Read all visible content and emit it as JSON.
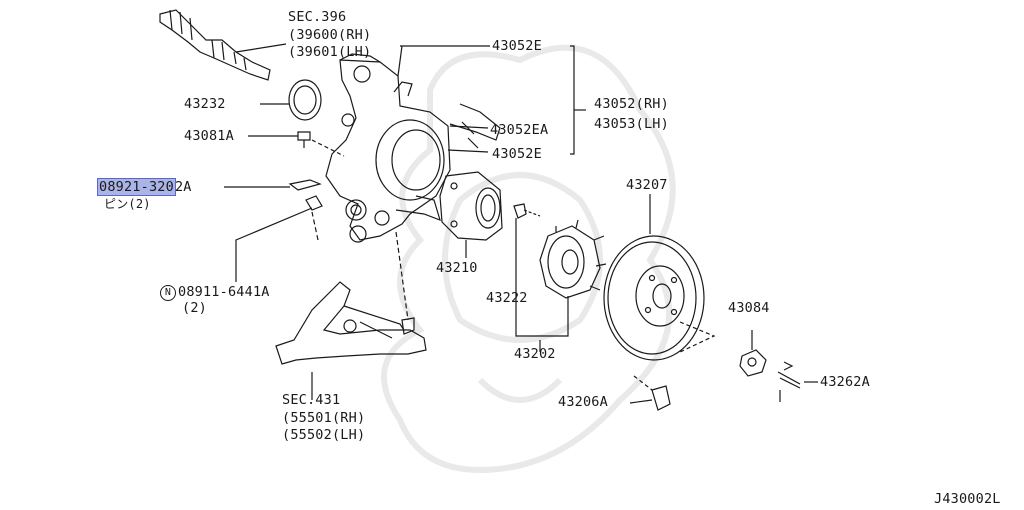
{
  "colors": {
    "highlight_fill": "#aab4e6",
    "highlight_border": "#5a67c8",
    "line": "#1a1a1a",
    "watermark": "#e9e9e9"
  },
  "labels": {
    "sec396": {
      "title": "SEC.396",
      "line1": "(39600(RH)",
      "line2": "(39601(LH)"
    },
    "p43052E_top": "43052E",
    "p43232": "43232",
    "p43052_group": {
      "line1": "43052(RH)",
      "line2": "43053(LH)"
    },
    "p43081A": "43081A",
    "p43052EA": "43052EA",
    "p43052E_bot": "43052E",
    "p08921": {
      "highlight": "08921-320",
      "suffix": "2A",
      "sub": "ピン(2)"
    },
    "p43207": "43207",
    "p43210": "43210",
    "p08911": {
      "prefix": "N",
      "text": "08911-6441A",
      "sub": "(2)"
    },
    "p43222": "43222",
    "p43084": "43084",
    "p43202": "43202",
    "p43262A": "43262A",
    "sec431": {
      "title": "SEC.431",
      "line1": "(55501(RH)",
      "line2": "(55502(LH)"
    },
    "p43206A": "43206A",
    "diagram_code": "J430002L"
  }
}
